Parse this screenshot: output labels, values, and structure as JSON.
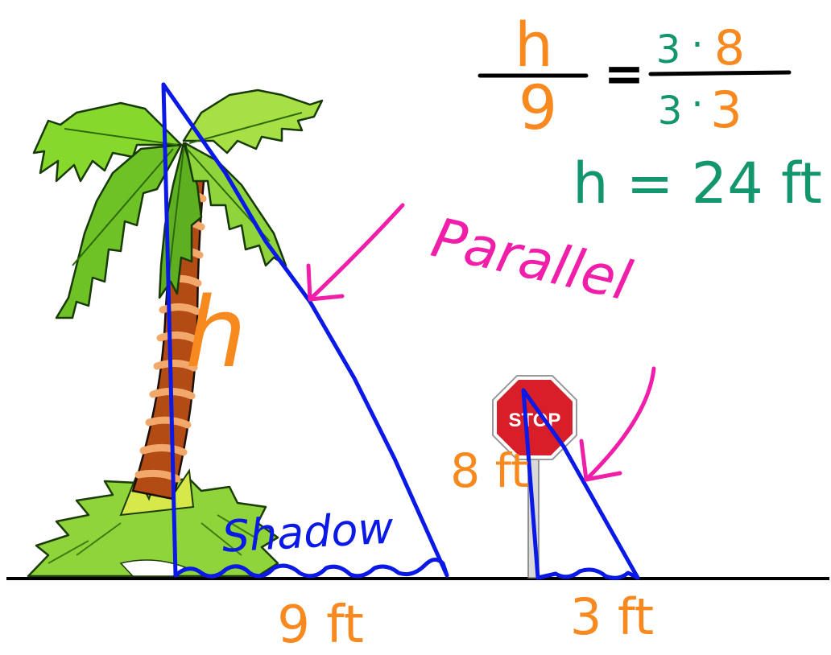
{
  "colors": {
    "blue": "#0a19e6",
    "orange": "#f7891f",
    "pink": "#f01ea8",
    "teal": "#13956e",
    "black": "#000000",
    "stop_red": "#d81e28"
  },
  "labels": {
    "tree_height": "h",
    "annotation_parallel": "Parallel",
    "shadow_label": "Shadow",
    "tree_shadow_length": "9 ft",
    "sign_height": "8 ft",
    "sign_shadow_length": "3 ft",
    "stop_sign_text": "STOP"
  },
  "equation": {
    "lhs_numerator": "h",
    "lhs_denominator": "9",
    "equals": "=",
    "rhs_num_a": "3",
    "rhs_num_dot": "·",
    "rhs_num_b": "8",
    "rhs_den_a": "3",
    "rhs_den_dot": "·",
    "rhs_den_b": "3",
    "result": "h = 24 ft"
  },
  "icons": [
    "palm-tree-icon",
    "stop-sign-icon"
  ]
}
